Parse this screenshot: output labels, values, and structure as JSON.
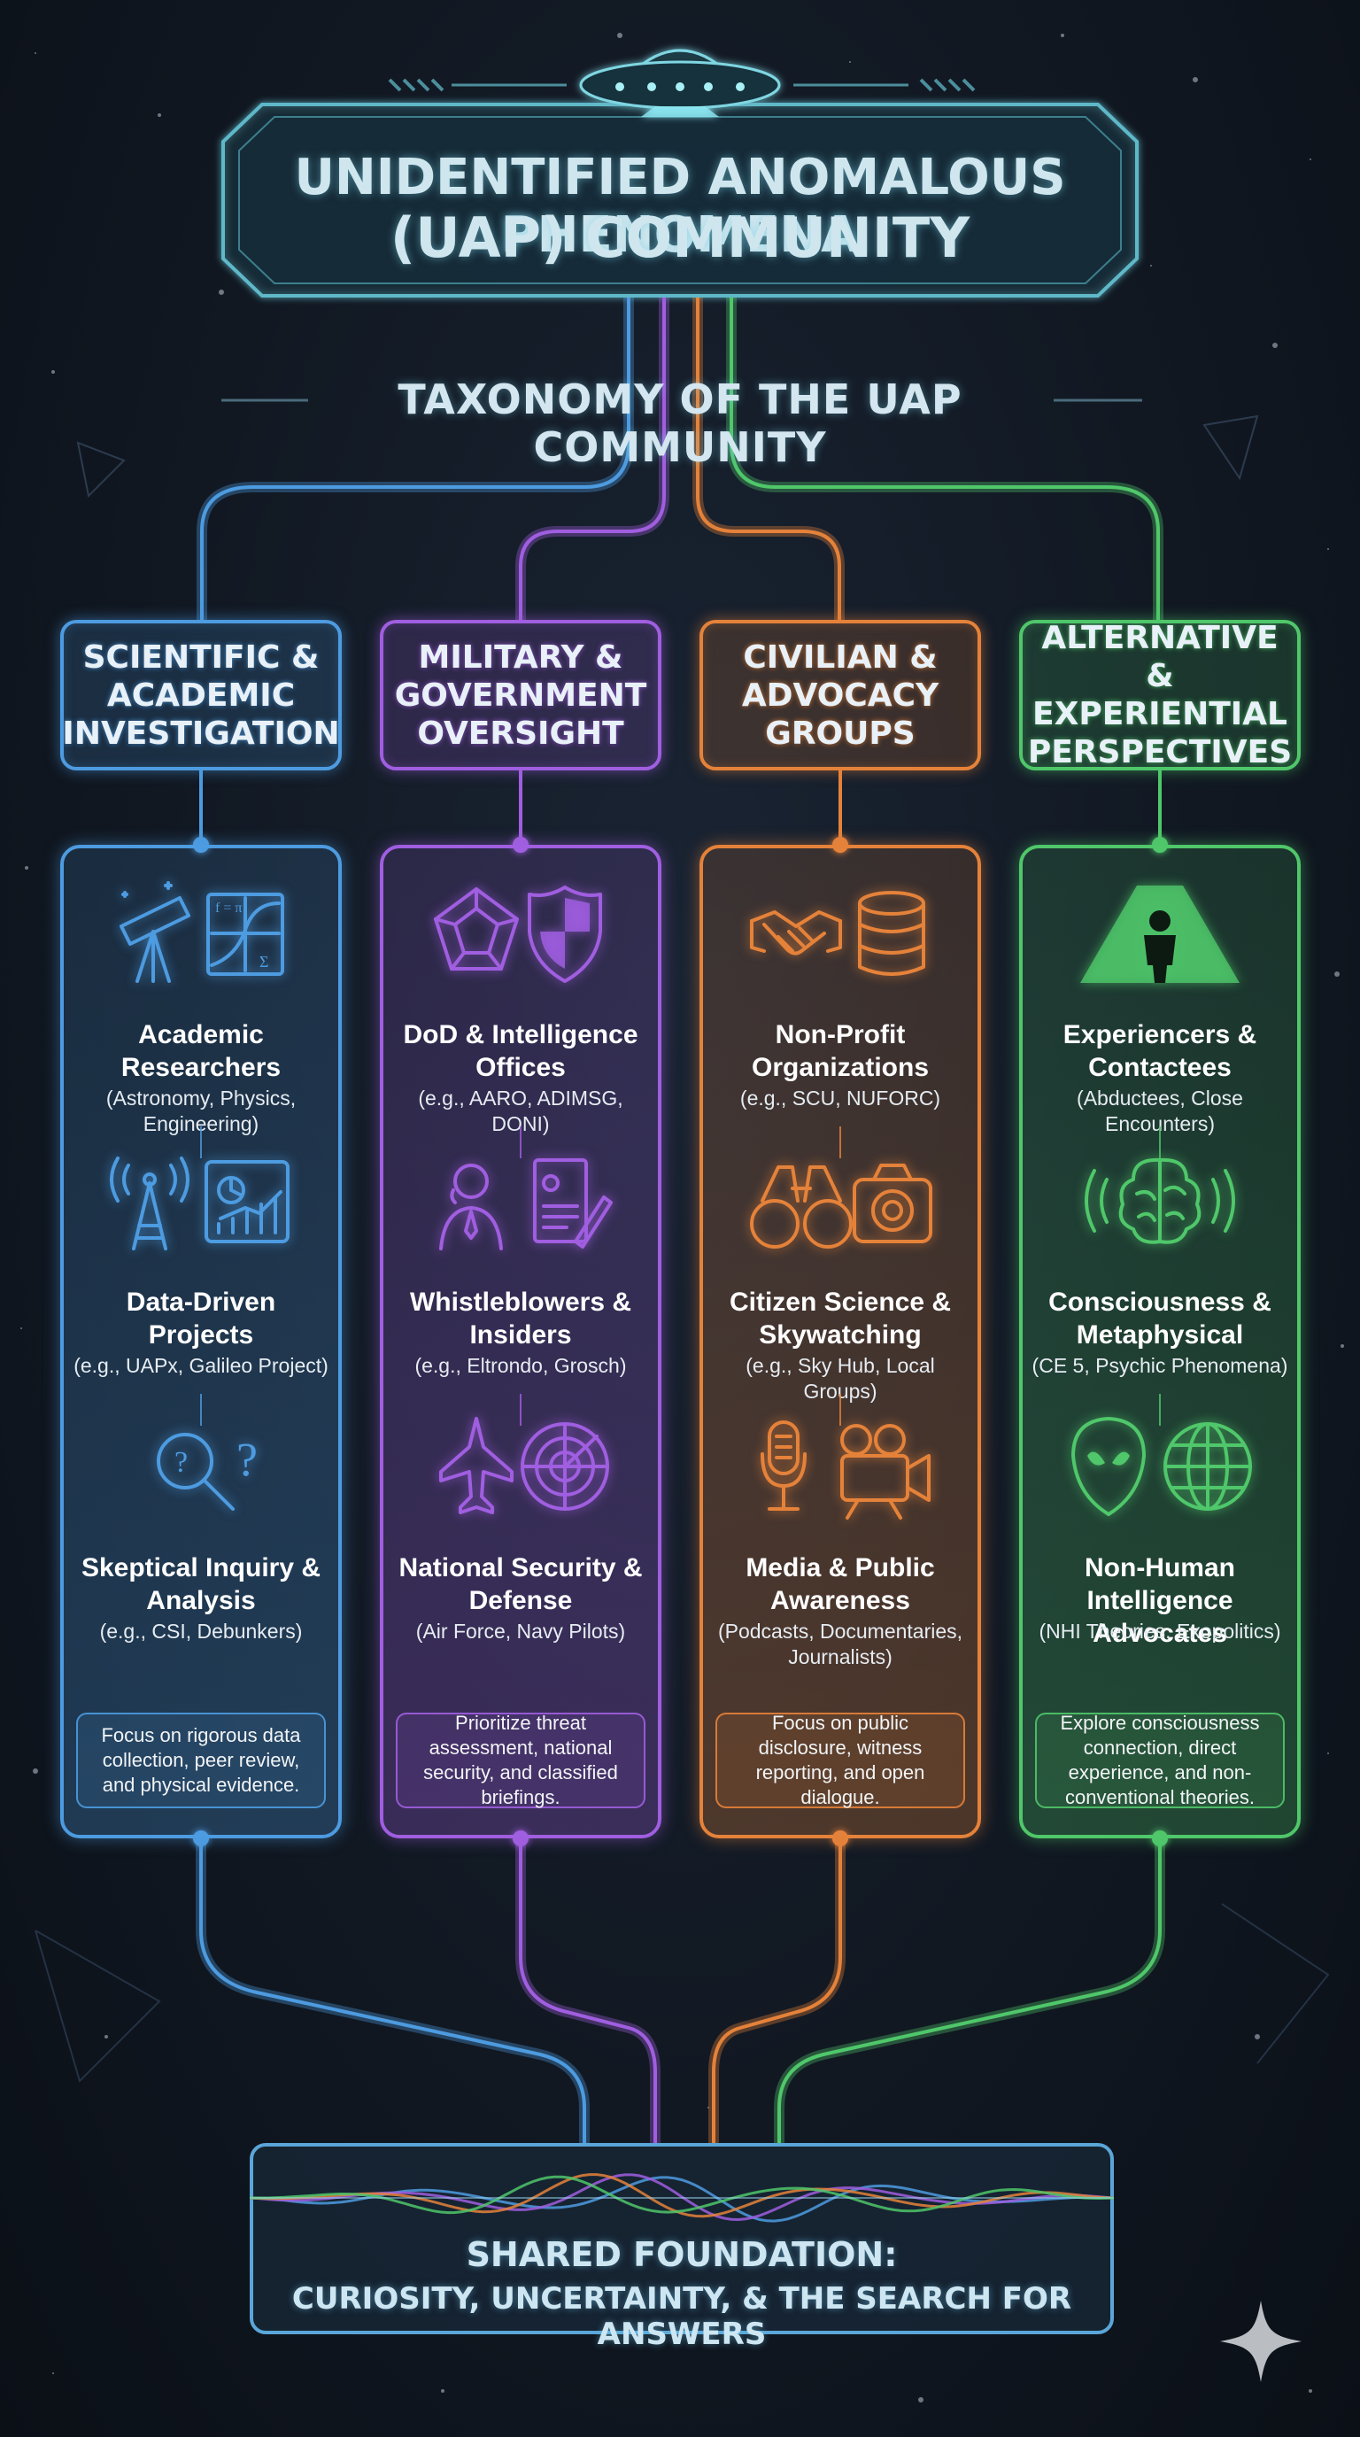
{
  "header": {
    "title_line1": "UNIDENTIFIED ANOMALOUS PHENOMENA",
    "title_line2": "(UAP) COMMUNITY",
    "subtitle": "TAXONOMY OF THE UAP COMMUNITY"
  },
  "colors": {
    "blue": "#4d9be0",
    "purple": "#a05ee0",
    "orange": "#e5823a",
    "green": "#4fc76a"
  },
  "columns": [
    {
      "header": "SCIENTIFIC & ACADEMIC INVESTIGATION",
      "color": "#4d9be0",
      "items": [
        {
          "icon": "telescope-math-icon",
          "title": "Academic Researchers",
          "subtitle": "(Astronomy, Physics, Engineering)"
        },
        {
          "icon": "antenna-chart-icon",
          "title": "Data-Driven Projects",
          "subtitle": "(e.g., UAPx, Galileo Project)"
        },
        {
          "icon": "magnifier-question-icon",
          "title": "Skeptical Inquiry & Analysis",
          "subtitle": "(e.g., CSI, Debunkers)"
        }
      ],
      "footer": "Focus on rigorous data collection, peer review, and physical evidence."
    },
    {
      "header": "MILITARY & GOVERNMENT OVERSIGHT",
      "color": "#a05ee0",
      "items": [
        {
          "icon": "pentagon-shield-icon",
          "title": "DoD & Intelligence Offices",
          "subtitle": "(e.g., AARO, ADIMSG, DONI)"
        },
        {
          "icon": "person-document-icon",
          "title": "Whistleblowers & Insiders",
          "subtitle": "(e.g., Eltrondo, Grosch)"
        },
        {
          "icon": "jet-radar-icon",
          "title": "National Security & Defense",
          "subtitle": "(Air Force, Navy Pilots)"
        }
      ],
      "footer": "Prioritize threat assessment, national security, and classified briefings."
    },
    {
      "header": "CIVILIAN & ADVOCACY GROUPS",
      "color": "#e5823a",
      "items": [
        {
          "icon": "handshake-database-icon",
          "title": "Non-Profit Organizations",
          "subtitle": "(e.g., SCU, NUFORC)"
        },
        {
          "icon": "binoculars-camera-icon",
          "title": "Citizen Science & Skywatching",
          "subtitle": "(e.g., Sky Hub, Local Groups)"
        },
        {
          "icon": "microphone-filmcamera-icon",
          "title": "Media & Public Awareness",
          "subtitle": "(Podcasts, Documentaries, Journalists)"
        }
      ],
      "footer": "Focus on public disclosure, witness reporting, and open dialogue."
    },
    {
      "header": "ALTERNATIVE & EXPERIENTIAL PERSPECTIVES",
      "color": "#4fc76a",
      "items": [
        {
          "icon": "beam-person-icon",
          "title": "Experiencers & Contactees",
          "subtitle": "(Abductees, Close Encounters)"
        },
        {
          "icon": "brain-waves-icon",
          "title": "Consciousness & Metaphysical",
          "subtitle": "(CE 5, Psychic Phenomena)"
        },
        {
          "icon": "alien-globe-icon",
          "title": "Non-Human Intelligence Advocates",
          "subtitle": "(NHI Theories, Exopolitics)"
        }
      ],
      "footer": "Explore consciousness connection, direct experience, and non-conventional theories."
    }
  ],
  "shared": {
    "line1": "SHARED FOUNDATION:",
    "line2": "CURIOSITY, UNCERTAINTY, & THE SEARCH FOR ANSWERS"
  }
}
